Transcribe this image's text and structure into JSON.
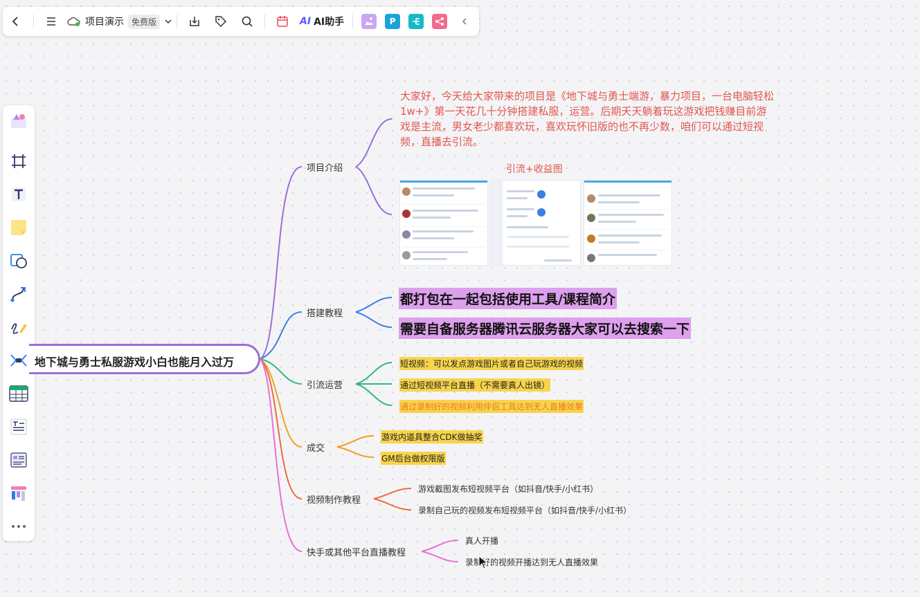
{
  "toolbar": {
    "doc_title": "项目演示",
    "plan_badge": "免费版",
    "ai_label": "AI助手",
    "ai_logo": "AI"
  },
  "icons": {
    "back": "chevron-left-icon",
    "menu": "hamburger-menu-icon",
    "cloud": "cloud-sync-icon",
    "download": "download-icon",
    "tag": "tag-icon",
    "search": "search-icon",
    "calendar": "calendar-icon",
    "collapse": "chevron-left-icon"
  },
  "plugins": [
    {
      "name": "image-plugin",
      "glyph": "",
      "color": "#c9a7f2"
    },
    {
      "name": "p-plugin",
      "glyph": "P",
      "color": "#1aa3d9"
    },
    {
      "name": "flow-plugin",
      "glyph": "",
      "color": "#16b8c7"
    },
    {
      "name": "mindmap-plugin",
      "glyph": "",
      "color": "#f36b8c"
    }
  ],
  "palette": [
    "templates-tool",
    "frame-tool",
    "text-tool",
    "sticky-note-tool",
    "shape-tool",
    "connector-tool",
    "pen-tool",
    "mindmap-tool",
    "table-tool",
    "text-block-tool",
    "card-tool",
    "kanban-tool",
    "more-tool"
  ],
  "mindmap": {
    "root": "地下城与勇士私服游戏小白也能月入过万",
    "branches": {
      "intro": {
        "label": "项目介绍",
        "text": "大家好，今天给大家带来的项目是《地下城与勇士端游，暴力项目，一台电脑轻松1w+》第一天花几十分钟搭建私服，运营。后期天天躺着玩这游戏把钱赚目前游戏是主流，男女老少都喜欢玩，喜欢玩怀旧版的也不再少数，咱们可以通过短视频，直播去引流。",
        "image_caption": "引流+收益图"
      },
      "build": {
        "label": "搭建教程",
        "items": [
          "都打包在一起包括使用工具/课程简介",
          "需要自备服务器腾讯云服务器大家可以去搜索一下"
        ]
      },
      "traffic": {
        "label": "引流运营",
        "items": [
          "短视频：可以发点游戏图片或者自己玩游戏的视频",
          "通过短视频平台直播（不需要真人出镜）",
          "通过录制好的视频利用伴侣工具达到无人直播效果"
        ]
      },
      "deal": {
        "label": "成交",
        "items": [
          "游戏内道具整合CDK做抽奖",
          "GM后台做权限版"
        ]
      },
      "video": {
        "label": "视频制作教程",
        "items": [
          "游戏截图发布短视频平台（如抖音/快手/小红书）",
          "录制自己玩的视频发布短视频平台（如抖音/快手/小红书）"
        ]
      },
      "live": {
        "label": "快手或其他平台直播教程",
        "items": [
          "真人开播",
          "录制好的视频开播达到无人直播效果"
        ]
      }
    }
  },
  "colors": {
    "purple": "#9b6fd6",
    "blue": "#3d7fe0",
    "green": "#2fb583",
    "orange": "#f0a020",
    "red_orange": "#ee6a3c",
    "pink": "#ea6fd6",
    "highlight_yellow": "#f7d44b",
    "highlight_purple": "#dca0ec",
    "intro_text": "#e0574f"
  }
}
